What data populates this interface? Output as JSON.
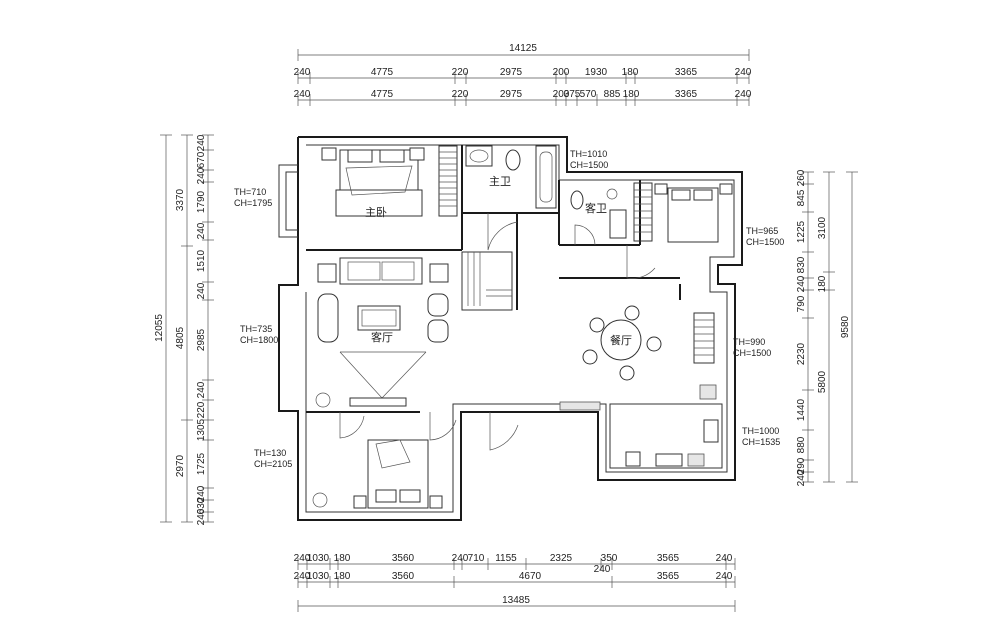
{
  "dimensions": {
    "top_total": "14125",
    "top_row1": [
      "240",
      "4775",
      "220",
      "2975",
      "200",
      "1930",
      "180",
      "3365",
      "240"
    ],
    "top_row2": [
      "240",
      "4775",
      "220",
      "2975",
      "200",
      "375",
      "570",
      "885",
      "180",
      "3365",
      "240"
    ],
    "bottom_row1": [
      "240",
      "1030",
      "180",
      "3560",
      "240",
      "710",
      "1155",
      "2325",
      "350",
      "3565",
      "240"
    ],
    "bottom_row1_extra": "240",
    "bottom_row2": [
      "240",
      "1030",
      "180",
      "3560",
      "4670",
      "3565",
      "240"
    ],
    "bottom_total": "13485",
    "left_total": "12055",
    "left_group": [
      "3370",
      "4805",
      "2970"
    ],
    "left_detail": [
      "240",
      "670",
      "240",
      "1790",
      "240",
      "1510",
      "240",
      "2985",
      "240",
      "220",
      "1305",
      "1725",
      "240",
      "630",
      "240"
    ],
    "right_total": "9580",
    "right_group": [
      "3100",
      "180",
      "5800"
    ],
    "right_detail": [
      "260",
      "845",
      "1225",
      "830",
      "240",
      "790",
      "2230",
      "1440",
      "880",
      "290",
      "240"
    ]
  },
  "rooms": {
    "master_bedroom": "主卧",
    "master_bath": "主卫",
    "guest_bath": "客卫",
    "living_room": "客厅",
    "dining_room": "餐厅"
  },
  "notes": {
    "window_master": [
      "TH=710",
      "CH=1795"
    ],
    "window_living": [
      "TH=735",
      "CH=1800"
    ],
    "window_bedroom2": [
      "TH=130",
      "CH=2105"
    ],
    "window_master_bath": [
      "TH=1010",
      "CH=1500"
    ],
    "window_bedroom3": [
      "TH=965",
      "CH=1500"
    ],
    "window_dining": [
      "TH=990",
      "CH=1500"
    ],
    "window_kitchen": [
      "TH=1000",
      "CH=1535"
    ]
  }
}
